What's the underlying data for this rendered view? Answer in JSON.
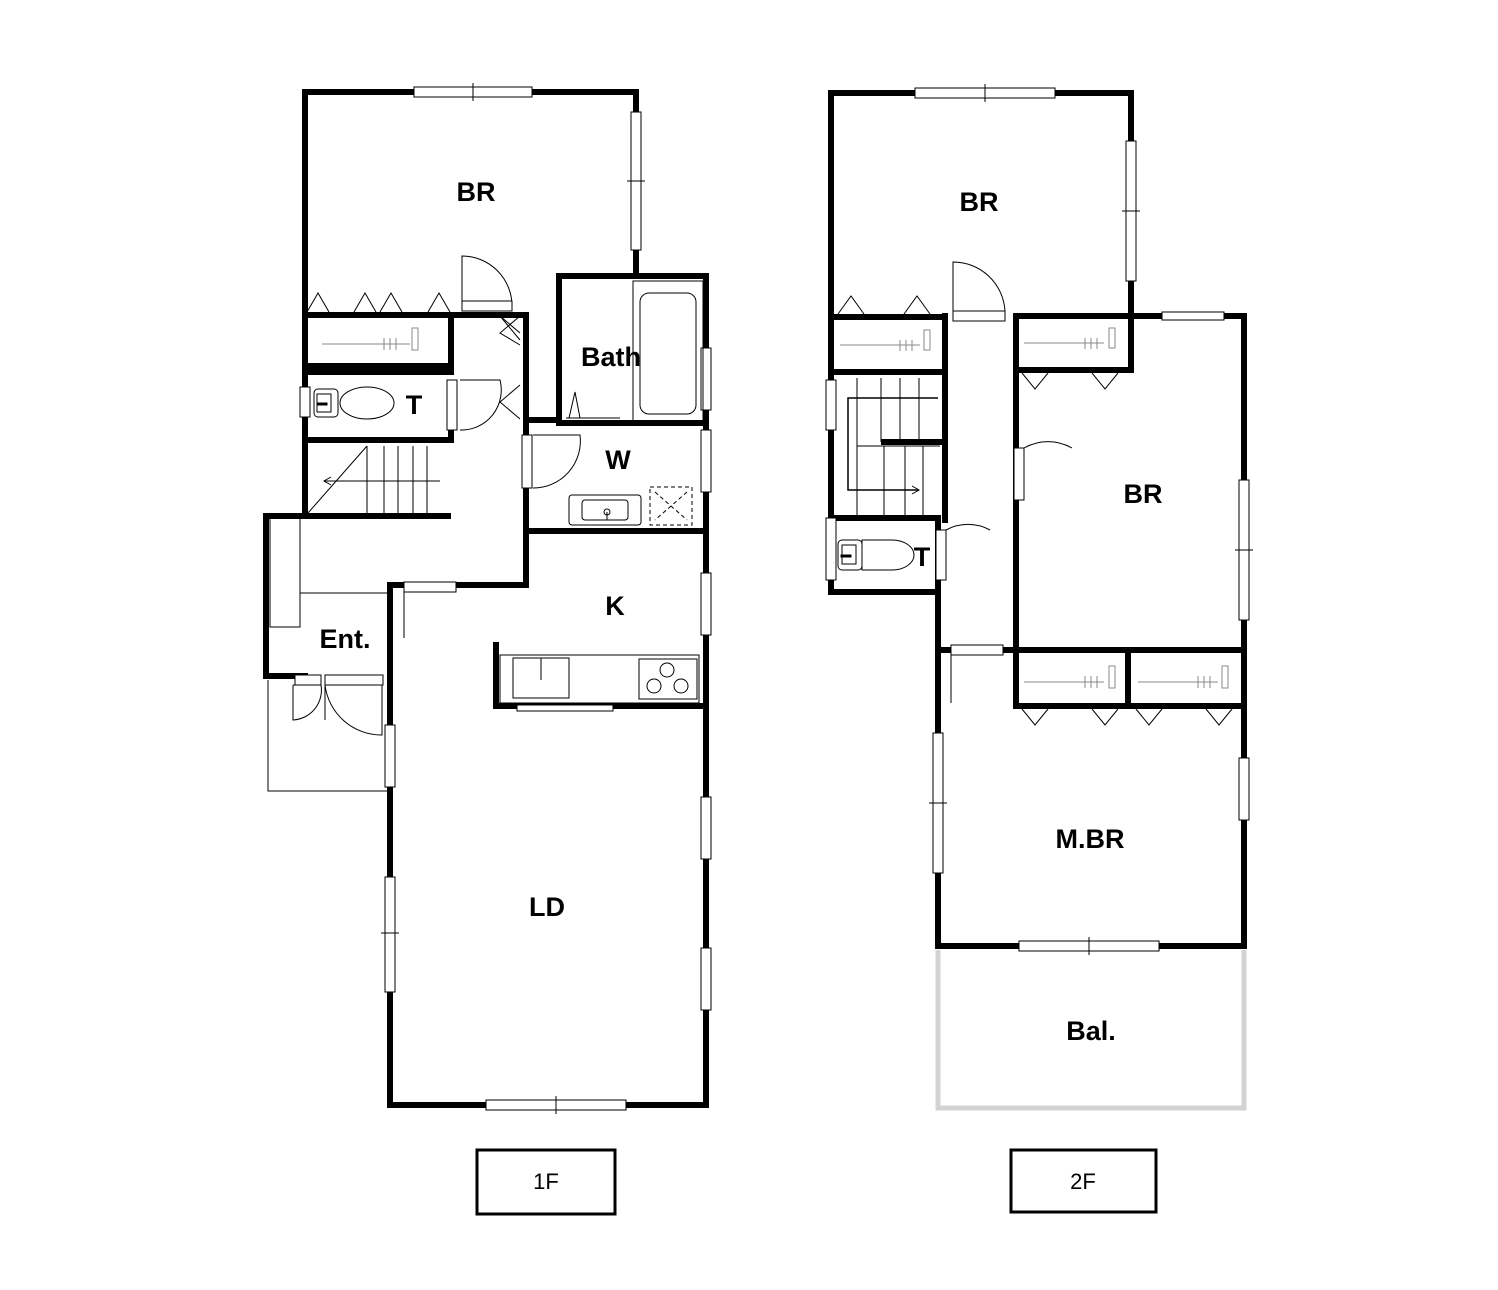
{
  "floor1": {
    "tag": "1F",
    "rooms": {
      "br": "BR",
      "bath": "Bath",
      "toilet": "T",
      "washroom": "W",
      "kitchen": "K",
      "entrance": "Ent.",
      "living_dining": "LD"
    }
  },
  "floor2": {
    "tag": "2F",
    "rooms": {
      "br_top": "BR",
      "br_right": "BR",
      "master_br": "M.BR",
      "toilet": "T",
      "balcony": "Bal."
    }
  }
}
